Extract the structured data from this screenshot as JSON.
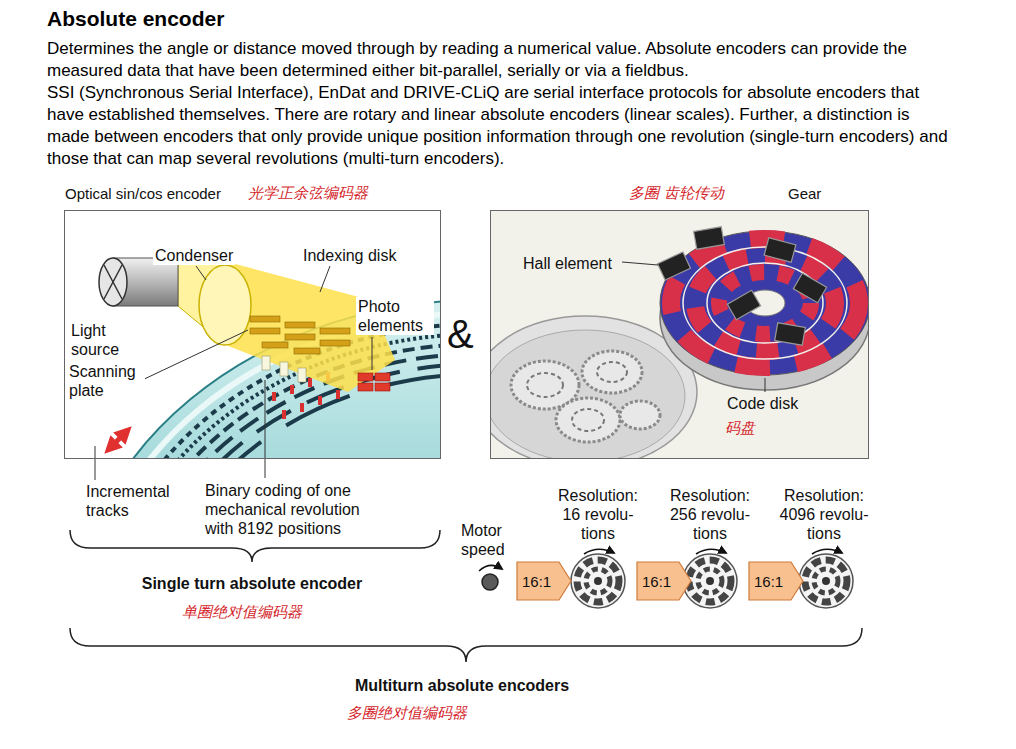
{
  "diagram": {
    "title": "Absolute encoder",
    "nodes": [
      {
        "text": [
          "Optical sin/cos encoder",
          "光学正余弦编码器",
          "Condenser",
          "Indexing disk",
          "Photo elements",
          "Light source",
          "Scanning plate"
        ]
      },
      {
        "text": [
          "多圈 齿轮传动",
          "Gear",
          "Hall element",
          "Code disk",
          "码盘"
        ]
      },
      {
        "text": [
          "16:1"
        ]
      },
      {
        "text": [
          "16:1"
        ]
      },
      {
        "text": [
          "16:1"
        ]
      }
    ],
    "labels": [
      "Determines the angle or distance moved through by reading a numerical value. Absolute encoders can provide the measured data that have been determined either bit-parallel, serially or via a fieldbus.",
      "SSI (Synchronous Serial Interface), EnDat and DRIVE-CLiQ are serial interface protocols for absolute encoders that have established themselves. There are rotary and linear absolute encoders (linear scales). Further, a distinction is made between encoders that only provide unique position information through one revolution (single-turn encoders) and those that can map several revolutions (multi-turn encoders).",
      "&",
      "Incremental tracks",
      "Binary coding of one mechanical revolution with 8192 positions",
      "Single turn absolute encoder",
      "单圈绝对值编码器",
      "Motor speed",
      "Resolution: 16 revolu- tions",
      "Resolution: 256 revolu- tions",
      "Resolution: 4096 revolu- tions",
      "Multiturn absolute encoders",
      "多圈绝对值编码器"
    ]
  }
}
